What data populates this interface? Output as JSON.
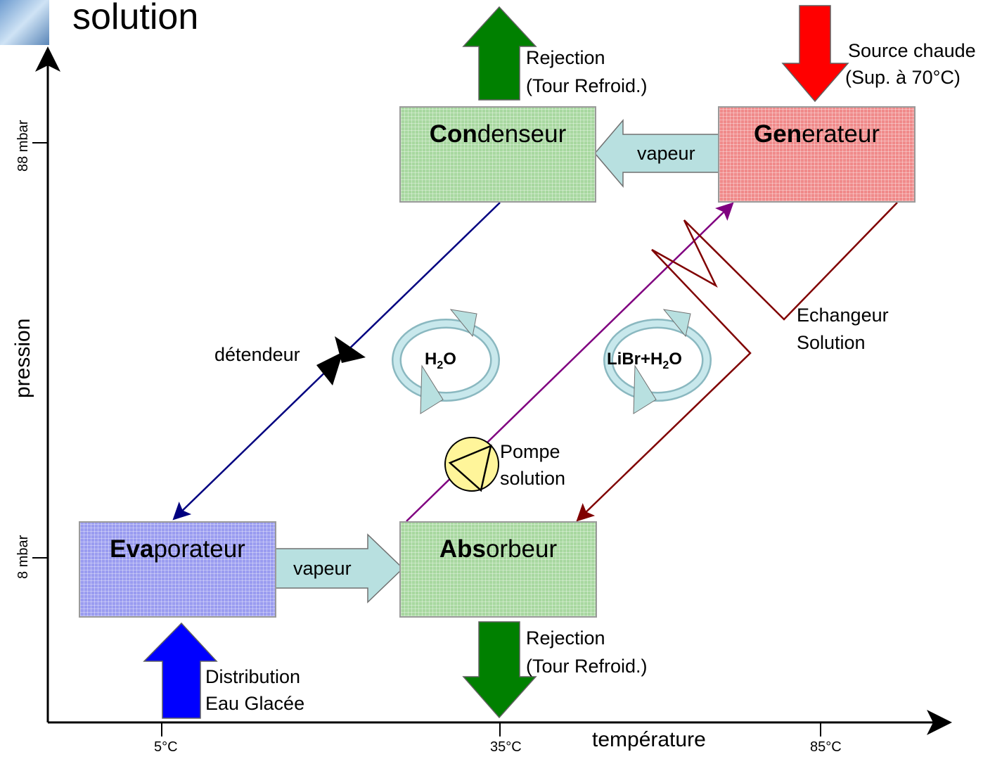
{
  "title": "solution",
  "axes": {
    "y_label": "pression",
    "x_label": "température",
    "y_ticks": [
      "88 mbar",
      "8 mbar"
    ],
    "x_ticks": [
      "5°C",
      "35°C",
      "85°C"
    ]
  },
  "components": {
    "condenser": {
      "bold": "Con",
      "rest": "denseur"
    },
    "generator": {
      "bold": "Gen",
      "rest": "erateur"
    },
    "evaporator": {
      "bold": "Eva",
      "rest": "porateur"
    },
    "absorber": {
      "bold": "Abs",
      "rest": "orbeur"
    }
  },
  "flows": {
    "vapeur_top": "vapeur",
    "vapeur_bottom": "vapeur",
    "rejection_top": [
      "Rejection",
      "(Tour Refroid.)"
    ],
    "rejection_bottom": [
      "Rejection",
      "(Tour Refroid.)"
    ],
    "hot_source": [
      "Source chaude",
      "(Sup. à 70°C)"
    ],
    "chilled_water": [
      "Distribution",
      "Eau Glacée"
    ],
    "heat_exchanger": [
      "Echangeur",
      "Solution"
    ],
    "pump": [
      "Pompe",
      "solution"
    ],
    "valve": "détendeur"
  },
  "cycles": {
    "water": {
      "pre": "H",
      "sub": "2",
      "post": "O"
    },
    "solution": {
      "pre": "LiBr+H",
      "sub": "2",
      "post": "O"
    }
  },
  "colors": {
    "green_arrow": "#008000",
    "red_arrow": "#ff0000",
    "blue_arrow": "#0000ff",
    "light_arrow": "#b8e0e0",
    "water_line": "#000080",
    "solution_line": "#800080",
    "return_line": "#800000",
    "pump_fill": "#fff59a"
  }
}
